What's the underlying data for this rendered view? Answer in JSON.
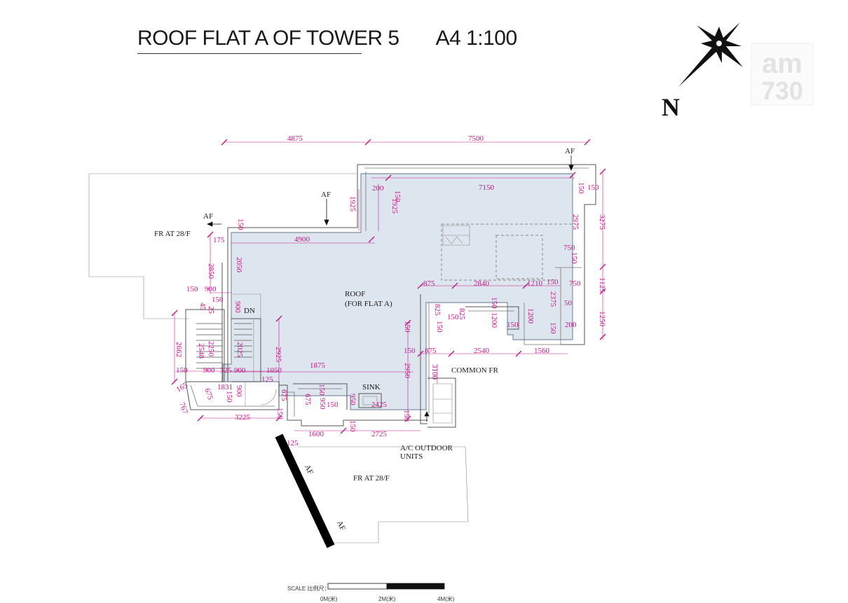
{
  "title": "ROOF FLAT A OF TOWER 5",
  "scale_label": "A4 1:100",
  "compass": {
    "letter": "N",
    "icon": "north-arrow-icon"
  },
  "watermark": {
    "line1": "am",
    "line2": "730",
    "icon": "am730-logo-icon"
  },
  "labels": {
    "roof_line1": "ROOF",
    "roof_line2": "(FOR FLAT A)",
    "fr_upper": "FR AT 28/F",
    "fr_lower": "FR AT 28/F",
    "common_fr": "COMMON FR",
    "ac_line1": "A/C OUTDOOR",
    "ac_line2": "UNITS",
    "sink": "SINK",
    "dn": "DN",
    "af": "AF"
  },
  "dimensions": {
    "top_left": "4875",
    "top_right": "7500",
    "d200": "200",
    "d150": "150",
    "d7150": "7150",
    "d1925": "1925",
    "d4900": "4900",
    "d175": "175",
    "d2050": "2050",
    "d2850": "2850",
    "d900": "900",
    "d25": "25",
    "d45": "45",
    "d2925": "2925",
    "d2662": "2662",
    "d2548": "2548",
    "d2250": "2250",
    "d2025": "2025",
    "d325": "325",
    "d1050": "1050",
    "d125": "125",
    "d1875": "1875",
    "d1831": "1831",
    "d165": "165",
    "d767": "767",
    "d675": "675",
    "d3225": "3225",
    "d950": "950",
    "d2425": "2425",
    "d1600": "1600",
    "d2725": "2725",
    "d2950": "2950",
    "d3100": "3100",
    "d875": "875",
    "d2540": "2540",
    "d1560": "1560",
    "d2840": "2840",
    "d1210": "1210",
    "d825": "825",
    "d1200": "1200",
    "d750": "750",
    "d2375": "2375",
    "d50": "50",
    "d2975": "2975",
    "d3275": "3275",
    "d1125": "1125",
    "d1250": "1250"
  },
  "scale_bar": {
    "caption": "SCALE 比例尺：",
    "t0": "0M(米)",
    "t2": "2M(米)",
    "t4": "4M(米)"
  },
  "colors": {
    "roof_fill": "#dde6ee",
    "dimension": "#c2188a",
    "wall": "#555555",
    "watermark": "#e6e6e6"
  }
}
